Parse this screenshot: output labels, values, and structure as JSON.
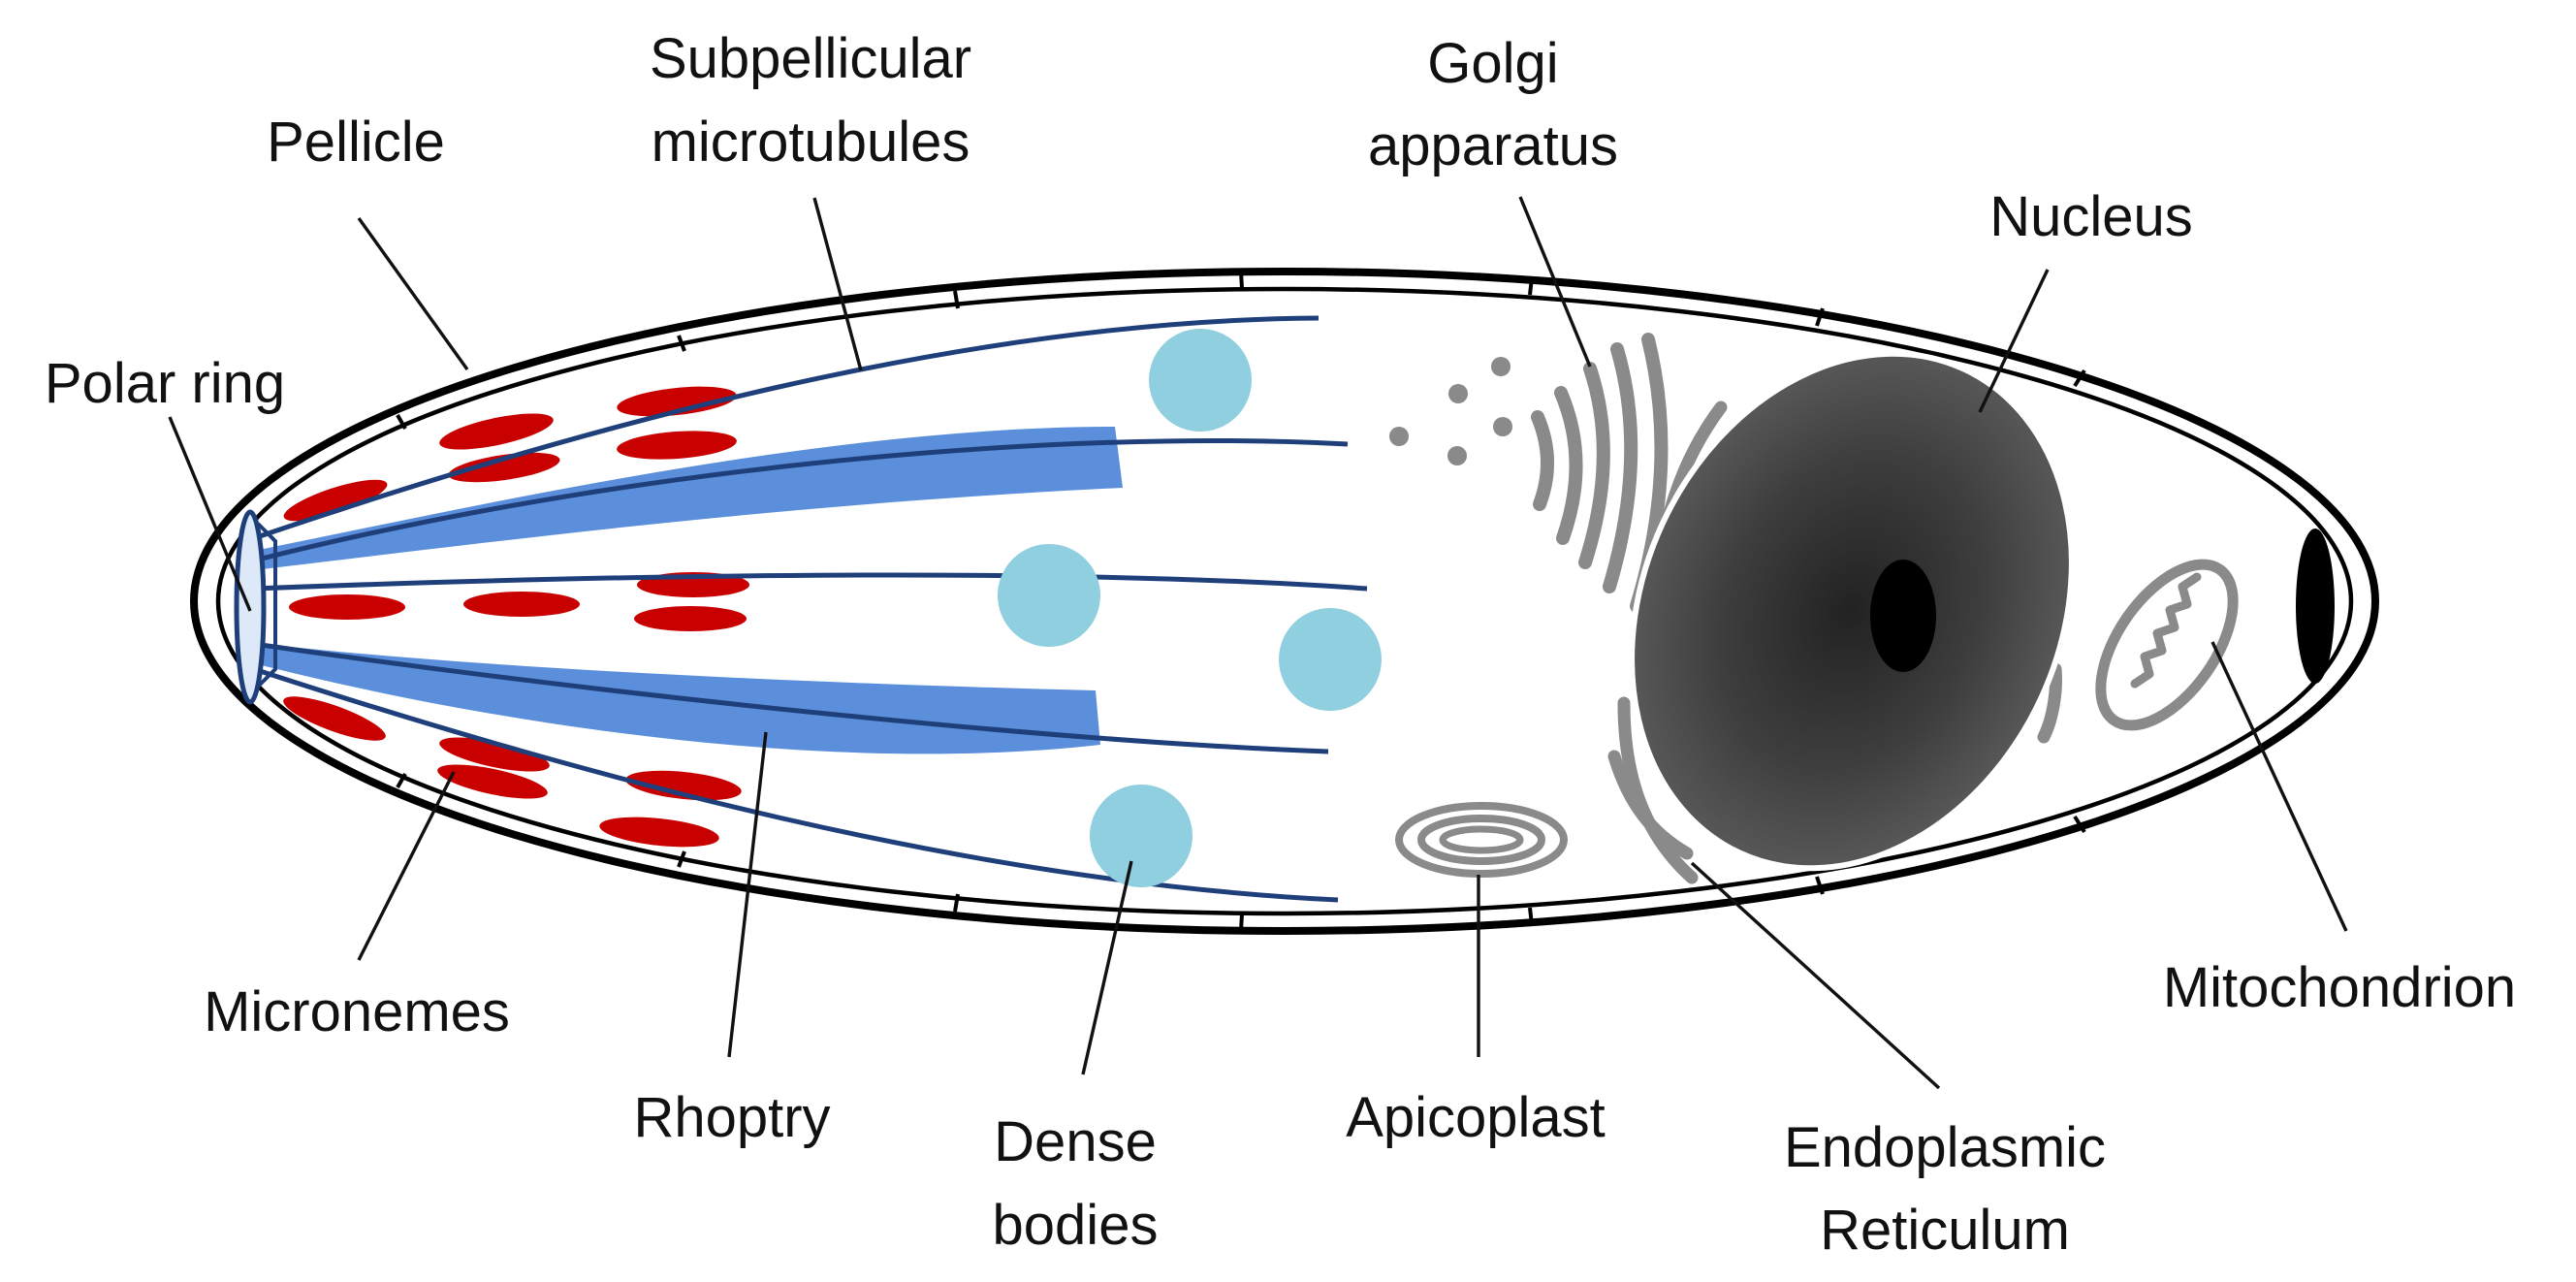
{
  "labels": {
    "pellicle": "Pellicle",
    "subpellicular_1": "Subpellicular",
    "subpellicular_2": "microtubules",
    "golgi_1": "Golgi",
    "golgi_2": "apparatus",
    "nucleus": "Nucleus",
    "polar_ring": "Polar ring",
    "micronemes": "Micronemes",
    "rhoptry": "Rhoptry",
    "dense_1": "Dense",
    "dense_2": "bodies",
    "apicoplast": "Apicoplast",
    "er_1": "Endoplasmic",
    "er_2": "Reticulum",
    "mitochondrion": "Mitochondrion"
  },
  "colors": {
    "outline": "#000000",
    "rhoptry": "#5b8fdb",
    "microtubule": "#1f3f7a",
    "microneme": "#c80000",
    "dense_body": "#8fcfdf",
    "organelle_gray": "#8a8a8a",
    "nucleus": "#4a4a4a",
    "nucleolus": "#000000"
  }
}
